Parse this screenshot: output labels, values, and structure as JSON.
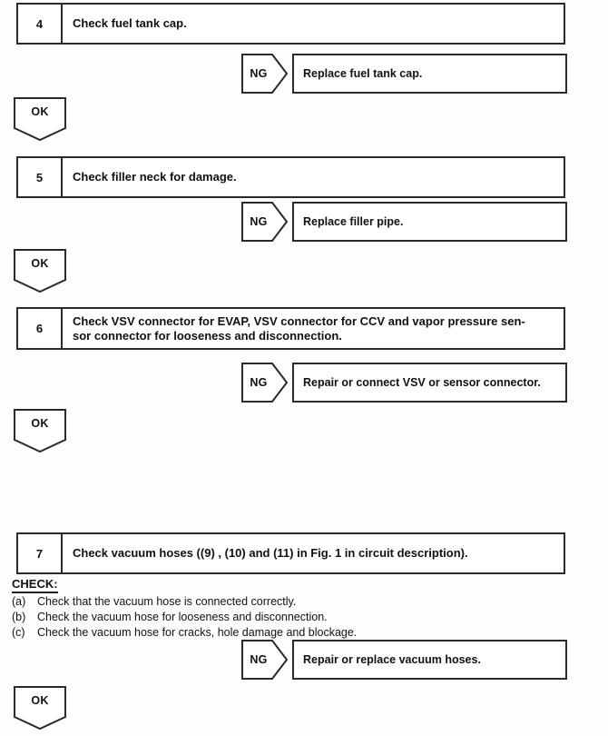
{
  "colors": {
    "line": "#2a2a2a",
    "background": "#fdfdfd",
    "text": "#111111"
  },
  "steps": [
    {
      "number": "4",
      "instruction": "Check fuel tank cap.",
      "ng_label": "NG",
      "ng_action": "Replace fuel tank cap.",
      "ok_label": "OK"
    },
    {
      "number": "5",
      "instruction": "Check filler neck for damage.",
      "ng_label": "NG",
      "ng_action": "Replace filler pipe.",
      "ok_label": "OK"
    },
    {
      "number": "6",
      "instruction": "Check VSV connector for EVAP, VSV connector for CCV and vapor pressure sen-\nsor connector for looseness and disconnection.",
      "ng_label": "NG",
      "ng_action": "Repair or connect VSV or sensor connector.",
      "ok_label": "OK"
    },
    {
      "number": "7",
      "instruction": "Check vacuum hoses ((9) , (10) and (11) in Fig. 1 in circuit description).",
      "check_heading": "CHECK:",
      "check_items": [
        {
          "label": "(a)",
          "text": "Check that the vacuum hose is connected correctly."
        },
        {
          "label": "(b)",
          "text": "Check the vacuum hose for looseness and disconnection."
        },
        {
          "label": "(c)",
          "text": "Check the vacuum hose for cracks, hole damage and blockage."
        }
      ],
      "ng_label": "NG",
      "ng_action": "Repair or replace vacuum hoses.",
      "ok_label": "OK"
    }
  ]
}
